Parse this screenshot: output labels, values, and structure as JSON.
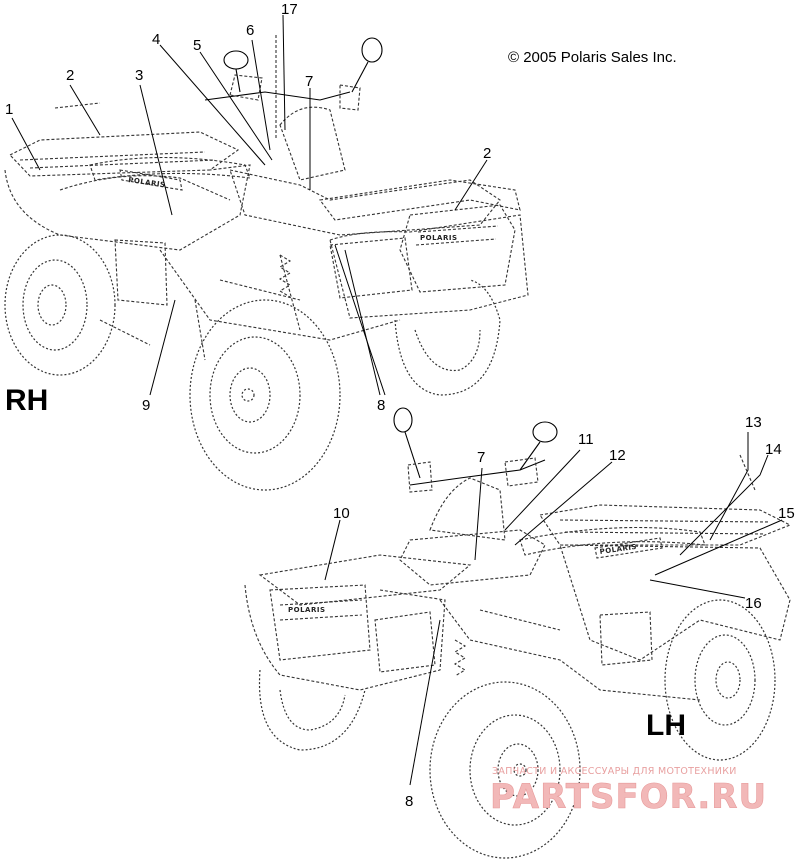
{
  "diagram": {
    "copyright": "© 2005 Polaris Sales Inc.",
    "side_labels": {
      "right": "RH",
      "left": "LH"
    },
    "brand_decal": "POLARIS",
    "callouts": {
      "c1": "1",
      "c2a": "2",
      "c3": "3",
      "c4": "4",
      "c5": "5",
      "c6": "6",
      "c17": "17",
      "c7a": "7",
      "c2b": "2",
      "c9": "9",
      "c8a": "8",
      "c13": "13",
      "c14": "14",
      "c11": "11",
      "c7b": "7",
      "c12": "12",
      "c10": "10",
      "c15": "15",
      "c16": "16",
      "c8b": "8"
    },
    "watermark": {
      "small": "ЗАПЧАСТИ И АКСЕССУАРЫ ДЛЯ МОТОТЕХНИКИ",
      "big": "PARTSFOR.RU"
    }
  }
}
